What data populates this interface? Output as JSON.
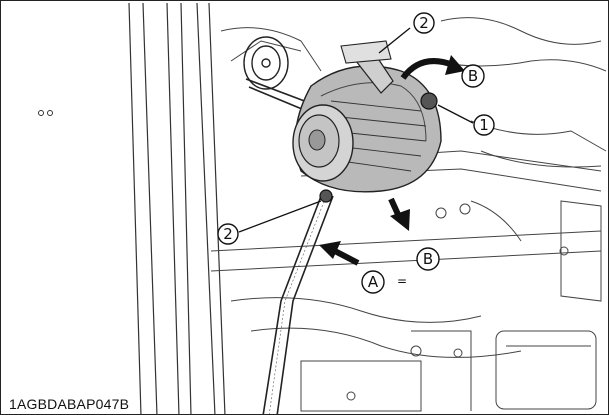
{
  "figure": {
    "code": "1AGBDABAP047B",
    "callouts": [
      {
        "id": "bolt",
        "text": "1"
      },
      {
        "id": "bolt-top",
        "text": "2"
      },
      {
        "id": "bolt-lower",
        "text": "2"
      },
      {
        "id": "direction-a",
        "text": "A"
      },
      {
        "id": "direction-b-upper",
        "text": "B"
      },
      {
        "id": "direction-b-lower",
        "text": "B"
      }
    ]
  }
}
